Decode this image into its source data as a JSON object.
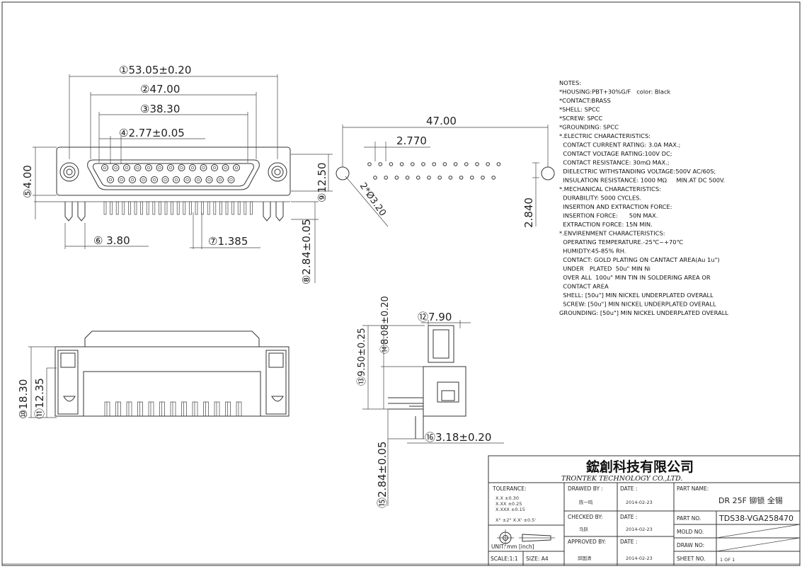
{
  "dims": {
    "d1": "①53.05±0.20",
    "d2": "②47.00",
    "d3": "③38.30",
    "d4": "④2.77±0.05",
    "d5": "⑤4.00",
    "d6": "⑥ 3.80",
    "d7": "⑦1.385",
    "d8": "⑧2.84±0.05",
    "d9": "⑨12.50",
    "d10": "⑩18.30",
    "d11": "⑪12.35",
    "d12": "⑫7.90",
    "d13": "⑬9.50±0.25",
    "d14": "⑭8.08±0.20",
    "d15": "⑮2.84±0.05",
    "d16": "⑯3.18±0.20",
    "pcb_width": "47.00",
    "pcb_pitch": "2.770",
    "pcb_row": "2.840",
    "pcb_holes": "2*Ø3.20"
  },
  "notes": [
    "NOTES:",
    "*HOUSING:PBT+30%G/F   color: Black",
    "*CONTACT:BRASS",
    "*SHELL: SPCC",
    "*SCREW: SPCC",
    "*GROUNDING: SPCC",
    "*.ELECTRIC CHARACTERISTICS:",
    "  CONTACT CURRENT RATING: 3.0A MAX.;",
    "  CONTACT VOLTAGE RATING:100V DC;",
    "  CONTACT RESISTANCE: 30mΩ MAX.;",
    "  DIELECTRIC WITHSTANDING VOLTAGE:500V AC/60S;",
    "  INSULATION RESISTANCE: 1000 MΩ     MIN.AT DC 500V.",
    "*.MECHANICAL CHARACTERISTICS:",
    "  DURABILITY: 5000 CYCLES.",
    "  INSERTION AND EXTRACTION FORCE:",
    "  INSERTION FORCE:      50N MAX.",
    "  EXTRACTION FORCE: 15N MIN.",
    "*.ENVIRENMENT CHARACTERISTICS:",
    "  OPERATING TEMPERATURE.-25℃~+70℃",
    "  HUMIDTY:45-85% RH.",
    "  CONTACT: GOLD PLATING ON CANTACT AREA(Au 1u\")",
    "  UNDER   PLATED  50u\" MIN Ni",
    "  OVER ALL  100u\" MIN TIN IN SOLDERING AREA OR",
    "  CONTACT AREA",
    "  SHELL: [50u\"] MIN NICKEL UNDERPLATED OVERALL",
    "  SCREW: [50u\"] MIN NICKEL UNDERPLATED OVERALL",
    "GROUNDING: [50u\"] MIN NICKEL UNDERPLATED OVERALL"
  ],
  "title_block": {
    "company_cn": "鋐創科技有限公司",
    "company_en": "TRONTEK TECHNOLOGY CO.,LTD.",
    "tolerance_label": "TOLERANCE:",
    "tol_1": "X.X    ±0.30",
    "tol_2": "X.XX   ±0.25",
    "tol_3": "X.XXX  ±0.15",
    "tol_4": "X° ±2°    X.X' ±0.5'",
    "unit": "UNIT: mm [inch]",
    "scale": "SCALE:1:1",
    "size": "SIZE: A4",
    "drawn_by_label": "DRAWED BY :",
    "drawn_by": "陈一鸣",
    "checked_by_label": "CHECKED BY:",
    "checked_by": "马跃",
    "approved_by_label": "APPROVED BY:",
    "approved_by": "邱国清",
    "date_label": "DATE :",
    "date1": "2014-02-23",
    "date2": "2014-02-23",
    "date3": "2014-02-23",
    "part_name_label": "PART NAME:",
    "part_name": "DR 25F 铆锁 全锡",
    "part_no_label": "PART NO.",
    "part_no": "TDS38-VGA258470",
    "mold_no_label": "MOLD NO.",
    "draw_no_label": "DRAW NO:",
    "sheet_no_label": "SHEET NO.",
    "sheet_no": "1 OF 1"
  }
}
